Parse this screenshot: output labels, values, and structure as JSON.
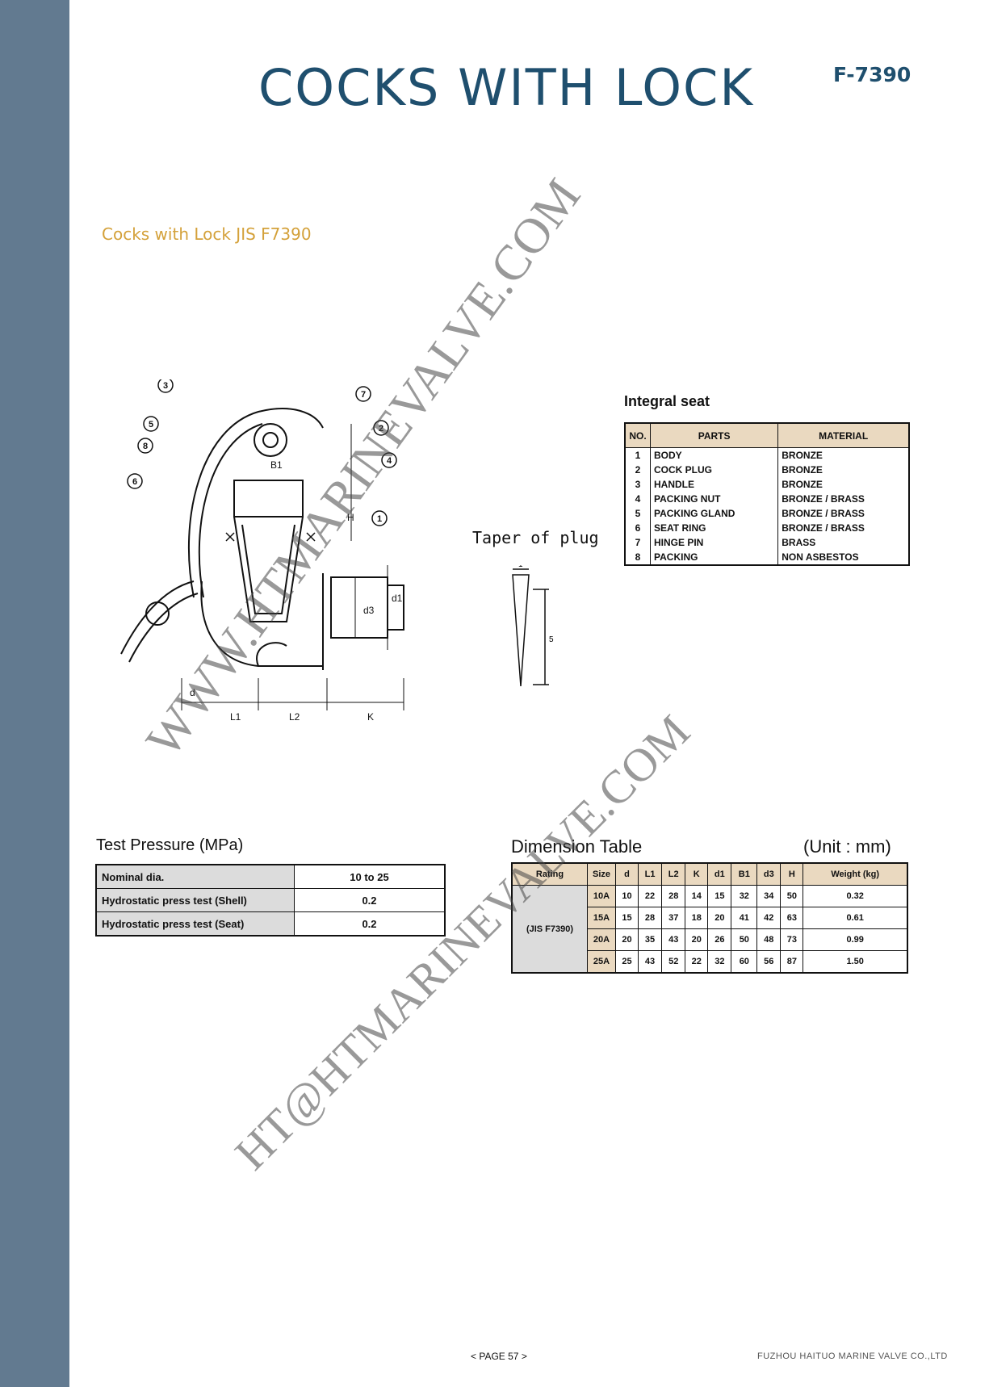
{
  "header": {
    "title": "COCKS WITH LOCK",
    "code": "F-7390",
    "subtitle": "Cocks with Lock  JIS F7390"
  },
  "drawing": {
    "callouts": [
      "3",
      "7",
      "2",
      "4",
      "5",
      "8",
      "6",
      "1"
    ],
    "dimension_labels": [
      "B1",
      "H",
      "d3",
      "d1",
      "d",
      "L1",
      "L2",
      "K"
    ],
    "taper_label": "Taper of plug",
    "taper_dims": [
      "1",
      "5"
    ]
  },
  "parts_table": {
    "caption": "Integral  seat",
    "headers": [
      "NO.",
      "PARTS",
      "MATERIAL"
    ],
    "rows": [
      {
        "no": "1",
        "part": "BODY",
        "material": "BRONZE"
      },
      {
        "no": "2",
        "part": "COCK PLUG",
        "material": "BRONZE"
      },
      {
        "no": "3",
        "part": "HANDLE",
        "material": "BRONZE"
      },
      {
        "no": "4",
        "part": "PACKING NUT",
        "material": "BRONZE / BRASS"
      },
      {
        "no": "5",
        "part": "PACKING GLAND",
        "material": "BRONZE / BRASS"
      },
      {
        "no": "6",
        "part": "SEAT RING",
        "material": "BRONZE / BRASS"
      },
      {
        "no": "7",
        "part": "HINGE PIN",
        "material": "BRASS"
      },
      {
        "no": "8",
        "part": "PACKING",
        "material": "NON ASBESTOS"
      }
    ]
  },
  "test_pressure": {
    "caption": "Test  Pressure  (MPa)",
    "rows": [
      {
        "label": "Nominal  dia.",
        "value": "10  to  25"
      },
      {
        "label": "Hydrostatic  press  test  (Shell)",
        "value": "0.2"
      },
      {
        "label": "Hydrostatic  press  test  (Seat)",
        "value": "0.2"
      }
    ]
  },
  "dimension_table": {
    "caption": "Dimension  Table",
    "unit": "(Unit  :  mm)",
    "headers": [
      "Rating",
      "Size",
      "d",
      "L1",
      "L2",
      "K",
      "d1",
      "B1",
      "d3",
      "H",
      "Weight (kg)"
    ],
    "rating": "(JIS  F7390)",
    "rows": [
      [
        "10A",
        "10",
        "22",
        "28",
        "14",
        "15",
        "32",
        "34",
        "50",
        "0.32"
      ],
      [
        "15A",
        "15",
        "28",
        "37",
        "18",
        "20",
        "41",
        "42",
        "63",
        "0.61"
      ],
      [
        "20A",
        "20",
        "35",
        "43",
        "20",
        "26",
        "50",
        "48",
        "73",
        "0.99"
      ],
      [
        "25A",
        "25",
        "43",
        "52",
        "22",
        "32",
        "60",
        "56",
        "87",
        "1.50"
      ]
    ]
  },
  "watermarks": [
    "WWW.HTMARINEVALVE.COM",
    "HT@HTMARINEVALVE.COM"
  ],
  "footer": {
    "page": "< PAGE  57 >",
    "company": "FUZHOU HAITUO MARINE VALVE CO.,LTD"
  }
}
